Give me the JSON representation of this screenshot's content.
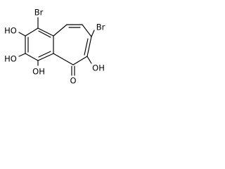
{
  "molecule": {
    "atom_labels": {
      "br_top": "Br",
      "br_right": "Br",
      "oh_upper_left": "HO",
      "oh_lower_left": "HO",
      "oh_bottom": "OH",
      "oh_right": "OH",
      "ketone_oxygen": "O"
    },
    "colors": {
      "bond": "#000000",
      "label": "#000000",
      "background": "#ffffff"
    }
  }
}
